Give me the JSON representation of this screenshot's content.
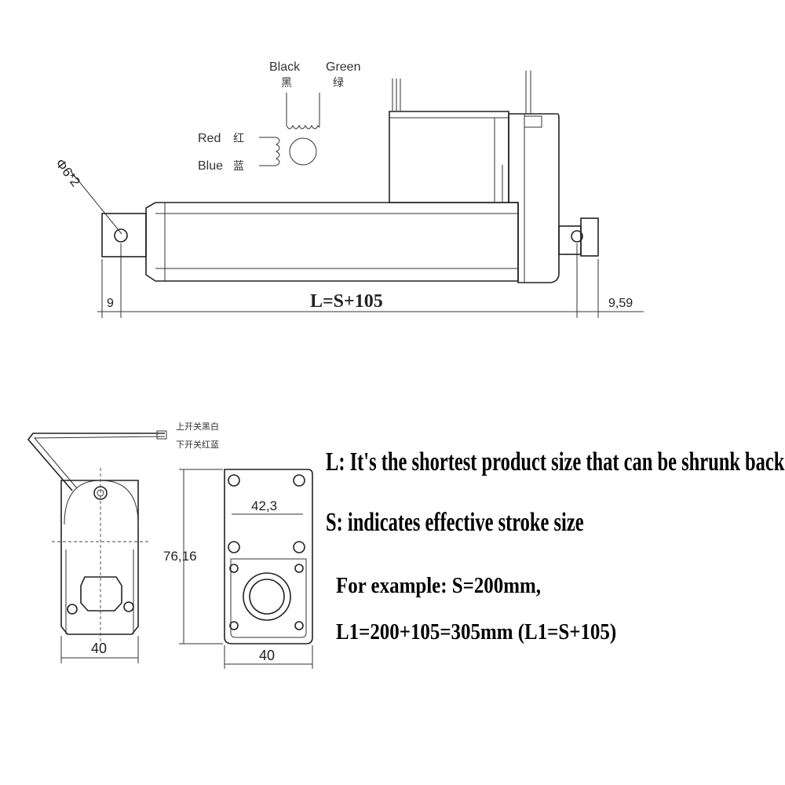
{
  "side_view": {
    "wires": {
      "black": "Black",
      "black_cn": "黑",
      "green": "Green",
      "green_cn": "绿",
      "red": "Red",
      "red_cn": "红",
      "blue": "Blue",
      "blue_cn": "蓝"
    },
    "hole_callout": "Φ6*2",
    "dim_left": "9",
    "dim_total": "L=S+105",
    "dim_right": "9,59"
  },
  "end_views": {
    "switch_label_upper": "上开关黑白",
    "switch_label_lower": "下开关红蓝",
    "rear_width": "40",
    "front_height": "76,16",
    "front_inner_width": "42,3",
    "front_width": "40"
  },
  "notes": {
    "l_definition": "L: It's the shortest product size that can be shrunk back",
    "s_definition": "S: indicates effective stroke size",
    "example_line1": "For example: S=200mm,",
    "example_line2": "L1=200+105=305mm (L1=S+105)"
  },
  "colors": {
    "line": "#222222",
    "text": "#000000",
    "background": "#ffffff"
  }
}
